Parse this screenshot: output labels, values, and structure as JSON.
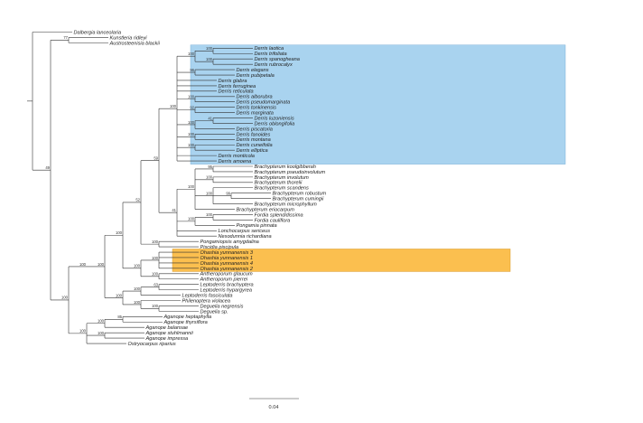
{
  "colors": {
    "blue_highlight": "#a9d3ef",
    "orange_highlight": "#fbbf4f",
    "branch": "#333333"
  },
  "tree": {
    "children": [
      {
        "tip": "Dalbergia lanceolaria"
      },
      {
        "support": "49",
        "children": [
          {
            "support": "77",
            "children": [
              {
                "tip": "Kunstleria ridleyi"
              },
              {
                "tip": "Austrosteenisia blackii"
              }
            ]
          },
          {
            "support": "100",
            "children": [
              {
                "support": "100",
                "children": [
                  {
                    "support": "100",
                    "children": [
                      {
                        "support": "100",
                        "children": [
                          {
                            "support": "52",
                            "children": [
                              {
                                "support": "59",
                                "children": [
                                  {
                                    "support": "100",
                                    "highlight": "blue",
                                    "children": [
                                      {
                                        "support": "100",
                                        "children": [
                                          {
                                            "support": "100",
                                            "children": [
                                              {
                                                "tip": "Derris laotica"
                                              },
                                              {
                                                "tip": "Derris trifoliata"
                                              }
                                            ]
                                          },
                                          {
                                            "support": "100",
                                            "children": [
                                              {
                                                "tip": "Derris spanogheana"
                                              },
                                              {
                                                "tip": "Derris rubrocalyx"
                                              }
                                            ]
                                          }
                                        ]
                                      },
                                      {
                                        "support": "96",
                                        "children": [
                                          {
                                            "tip": "Derris elegans"
                                          },
                                          {
                                            "tip": "Derris pubipetala"
                                          }
                                        ]
                                      },
                                      {
                                        "tip": "Derris glabra"
                                      },
                                      {
                                        "tip": "Derris ferruginea"
                                      },
                                      {
                                        "tip": "Derris reticulata"
                                      },
                                      {
                                        "support": "100",
                                        "children": [
                                          {
                                            "tip": "Derris alborubra"
                                          },
                                          {
                                            "tip": "Derris pseudomarginata"
                                          }
                                        ]
                                      },
                                      {
                                        "support": "92",
                                        "children": [
                                          {
                                            "tip": "Derris tonkinensis"
                                          },
                                          {
                                            "tip": "Derris marginata"
                                          }
                                        ]
                                      },
                                      {
                                        "support": "100",
                                        "children": [
                                          {
                                            "support": "41",
                                            "children": [
                                              {
                                                "tip": "Derris luzoniensis"
                                              },
                                              {
                                                "tip": "Derris oblongifolia"
                                              }
                                            ]
                                          },
                                          {
                                            "tip": "Derris piscatoria"
                                          }
                                        ]
                                      },
                                      {
                                        "support": "100",
                                        "children": [
                                          {
                                            "tip": "Derris fanoides"
                                          },
                                          {
                                            "tip": "Derris montana"
                                          }
                                        ]
                                      },
                                      {
                                        "support": "100",
                                        "children": [
                                          {
                                            "tip": "Derris cuneifolia"
                                          },
                                          {
                                            "tip": "Derris elliptica"
                                          }
                                        ]
                                      },
                                      {
                                        "tip": "Derris monticola"
                                      },
                                      {
                                        "tip": "Derris amoena"
                                      }
                                    ]
                                  },
                                  {
                                    "support": "41",
                                    "children": [
                                      {
                                        "support": "100",
                                        "children": [
                                          {
                                            "support": "95",
                                            "children": [
                                              {
                                                "tip": "Brachypterum koolgibberah"
                                              },
                                              {
                                                "tip": "Brachypterum pseudoinvolutum"
                                              }
                                            ]
                                          },
                                          {
                                            "support": "100",
                                            "children": [
                                              {
                                                "tip": "Brachypterum involutum"
                                              },
                                              {
                                                "tip": "Brachypterum thorelii"
                                              }
                                            ]
                                          },
                                          {
                                            "support": "100",
                                            "children": [
                                              {
                                                "tip": "Brachypterum scandens"
                                              },
                                              {
                                                "support": "99",
                                                "children": [
                                                  {
                                                    "tip": "Brachypterum robustum"
                                                  },
                                                  {
                                                    "tip": "Brachypterum cumingii"
                                                  }
                                                ]
                                              },
                                              {
                                                "tip": "Brachypterum microphyllum"
                                              }
                                            ]
                                          },
                                          {
                                            "tip": "Brachypterum eriocarpum"
                                          }
                                        ]
                                      },
                                      {
                                        "support": "100",
                                        "children": [
                                          {
                                            "support": "100",
                                            "children": [
                                              {
                                                "tip": "Fordia splendidissima"
                                              },
                                              {
                                                "tip": "Fordia cauliflora"
                                              }
                                            ]
                                          },
                                          {
                                            "tip": "Pongamia pinnata"
                                          }
                                        ]
                                      },
                                      {
                                        "tip": "Lonchocarpus sericeus"
                                      },
                                      {
                                        "tip": "Nesodunnia richardiana"
                                      }
                                    ]
                                  }
                                ]
                              },
                              {
                                "support": "100",
                                "children": [
                                  {
                                    "tip": "Pongamiopsis amygdalina"
                                  },
                                  {
                                    "tip": "Piscidia piscipula"
                                  }
                                ]
                              }
                            ]
                          },
                          {
                            "support": "100",
                            "children": [
                              {
                                "support": "100",
                                "highlight": "orange",
                                "children": [
                                  {
                                    "tip": "Ohashia yunnanensis 3"
                                  },
                                  {
                                    "tip": "Ohashia yunnanensis 1"
                                  },
                                  {
                                    "tip": "Ohashia yunnanensis 4"
                                  },
                                  {
                                    "tip": "Ohashia yunnanensis 2"
                                  }
                                ]
                              },
                              {
                                "support": "100",
                                "children": [
                                  {
                                    "tip": "Antheroporum glaucum"
                                  },
                                  {
                                    "tip": "Antheroporum pierrei"
                                  }
                                ]
                              }
                            ]
                          }
                        ]
                      },
                      {
                        "support": "100",
                        "children": [
                          {
                            "support": "100",
                            "children": [
                              {
                                "support": "63",
                                "children": [
                                  {
                                    "tip": "Leptoderris brachyptera"
                                  },
                                  {
                                    "tip": "Leptoderris hypargyrea"
                                  }
                                ]
                              },
                              {
                                "tip": "Leptoderris fasciculata"
                              }
                            ]
                          },
                          {
                            "support": "100",
                            "children": [
                              {
                                "tip": "Philenoptera violacea"
                              },
                              {
                                "support": "100",
                                "children": [
                                  {
                                    "tip": "Deguelia negrensis"
                                  },
                                  {
                                    "tip": "Deguelia sp."
                                  }
                                ]
                              }
                            ]
                          }
                        ]
                      }
                    ]
                  }
                ]
              },
              {
                "support": "100",
                "children": [
                  {
                    "support": "100",
                    "children": [
                      {
                        "support": "85",
                        "children": [
                          {
                            "tip": "Aganope heptaphylla"
                          },
                          {
                            "tip": "Aganope thyrsiflora"
                          }
                        ]
                      },
                      {
                        "tip": "Aganope balansae"
                      }
                    ]
                  },
                  {
                    "support": "100",
                    "children": [
                      {
                        "tip": "Aganope stuhlmannii"
                      },
                      {
                        "tip": "Aganope impressa"
                      }
                    ]
                  },
                  {
                    "tip": "Ostryocarpus riparius"
                  }
                ]
              }
            ]
          }
        ]
      }
    ]
  },
  "scale_bar": {
    "label": "0.04"
  }
}
